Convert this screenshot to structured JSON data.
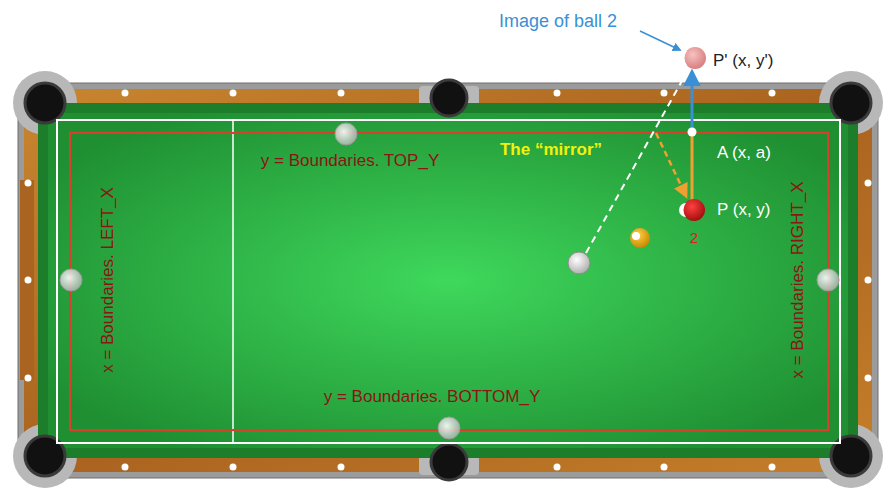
{
  "diagram": {
    "labels": [
      "Image of ball 2",
      "P' (x, y')",
      "y = Boundaries. TOP_Y",
      "The “mirror”",
      "A (x, a)",
      "P (x, y)",
      "2",
      "x = Boundaries. LEFT_X",
      "y = Boundaries. BOTTOM_Y",
      "x = Boundaries. RIGHT_X"
    ]
  }
}
